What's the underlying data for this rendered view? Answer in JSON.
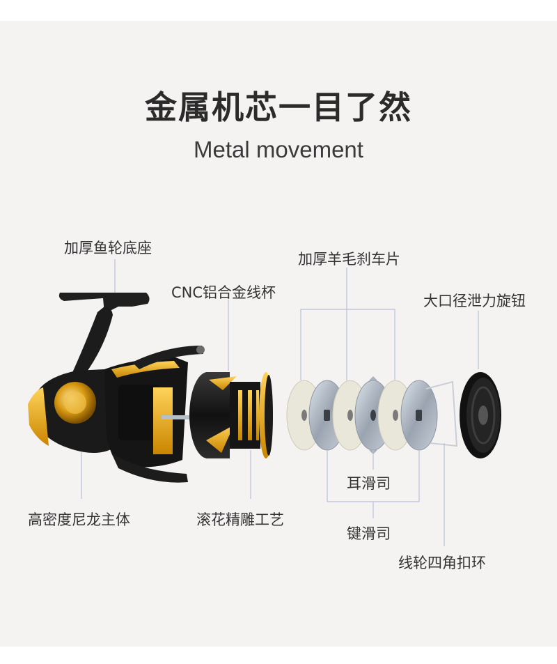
{
  "heading": {
    "title": "金属机芯一目了然",
    "subtitle": "Metal movement"
  },
  "labels": {
    "base": "加厚鱼轮底座",
    "spool_cup": "CNC铝合金线杯",
    "felt_washer": "加厚羊毛刹车片",
    "drag_knob": "大口径泄力旋钮",
    "body": "高密度尼龙主体",
    "knurling": "滚花精雕工艺",
    "ear_washer": "耳滑司",
    "key_washer": "键滑司",
    "spool_clip": "线轮四角扣环"
  },
  "colors": {
    "background": "#f5f3f2",
    "leader_line": "#b9bfd8",
    "reel_black": "#1c1c1c",
    "reel_gold": "#e0a615",
    "felt": "#e9e6da",
    "metal": "#a9b2bd"
  }
}
